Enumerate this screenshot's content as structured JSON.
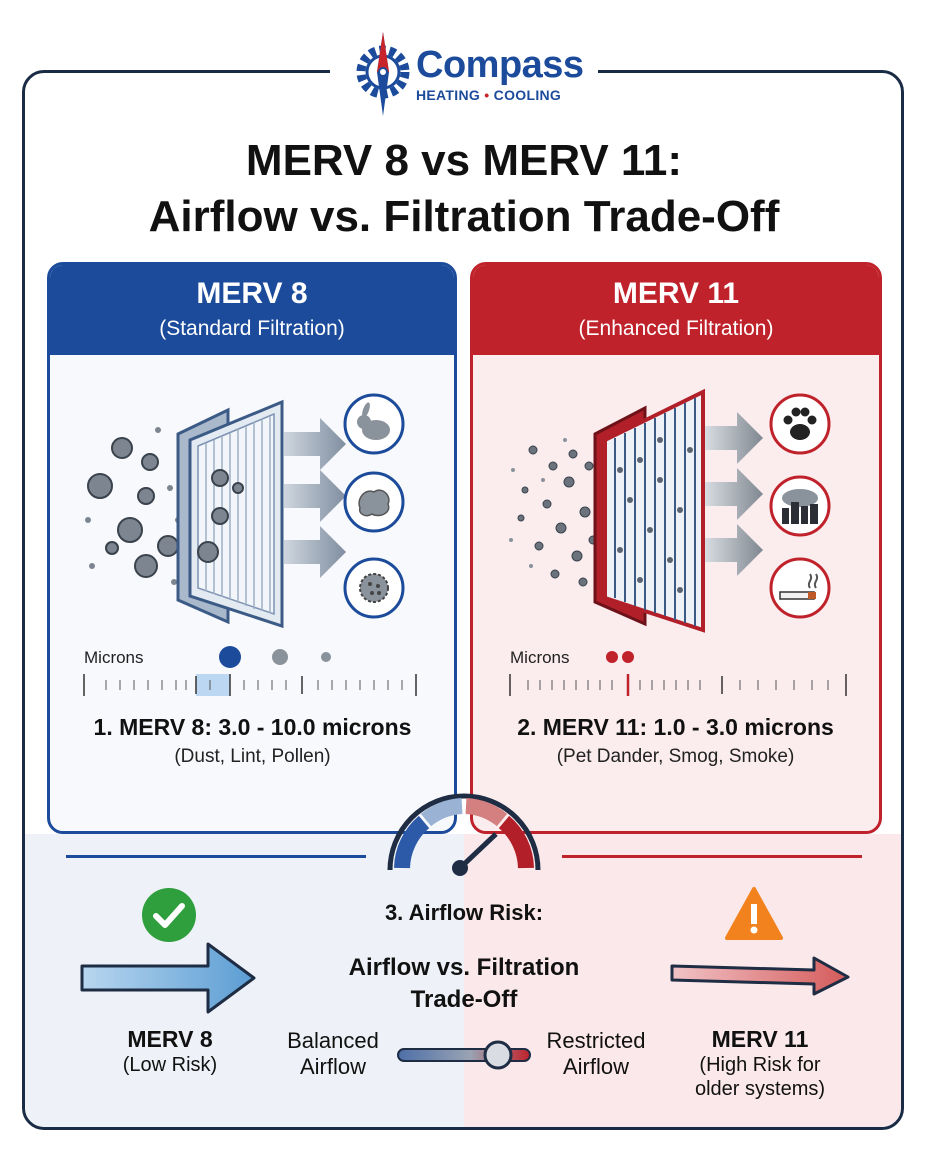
{
  "brand": {
    "name": "Compass",
    "tagline_left": "HEATING",
    "tagline_dot": "•",
    "tagline_right": "COOLING",
    "icon": "compass-gear-icon",
    "colors": {
      "blue": "#1c4b9b",
      "red": "#c8242c"
    }
  },
  "title": {
    "line1": "MERV 8 vs MERV 11:",
    "line2": "Airflow vs. Filtration Trade-Off"
  },
  "left_panel": {
    "heading": "MERV 8",
    "subheading": "(Standard Filtration)",
    "icons": [
      "rabbit-icon",
      "dust-clump-icon",
      "pollen-icon"
    ],
    "scale_label": "Microns",
    "range_title": "1. MERV 8: 3.0 - 10.0 microns",
    "range_examples": "(Dust, Lint, Pollen)",
    "color": "#1c4b9b"
  },
  "right_panel": {
    "heading": "MERV 11",
    "subheading": "(Enhanced Filtration)",
    "icons": [
      "paw-print-icon",
      "smog-city-icon",
      "cigarette-smoke-icon"
    ],
    "scale_label": "Microns",
    "range_title": "2. MERV 11: 1.0 - 3.0 microns",
    "range_examples": "(Pet Dander, Smog, Smoke)",
    "color": "#c0222b"
  },
  "airflow": {
    "heading": "3. Airflow Risk:",
    "subheading_line1": "Airflow vs. Filtration",
    "subheading_line2": "Trade-Off",
    "left_label": "MERV 8",
    "left_risk": "(Low Risk)",
    "right_label": "MERV 11",
    "right_risk_line1": "(High Risk for",
    "right_risk_line2": "older systems)",
    "slider_left_line1": "Balanced",
    "slider_left_line2": "Airflow",
    "slider_right_line1": "Restricted",
    "slider_right_line2": "Airflow",
    "status_icons": [
      "check-circle-icon",
      "warning-triangle-icon"
    ]
  }
}
